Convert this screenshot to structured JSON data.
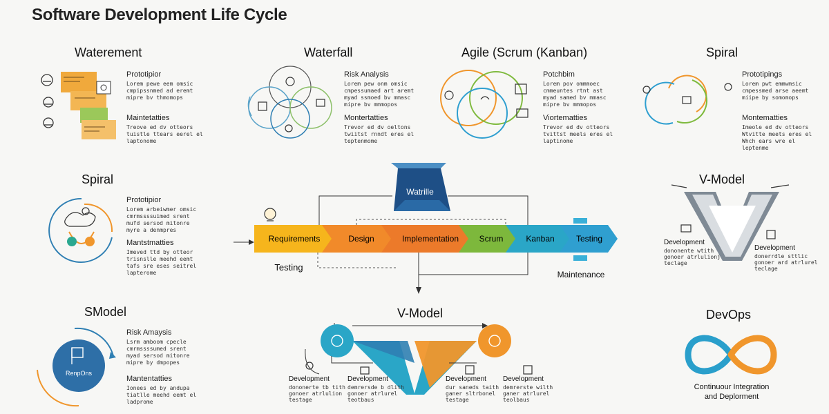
{
  "title": "Software Development Life Cycle",
  "sections": {
    "waterement": {
      "heading": "Waterement",
      "block1": {
        "label": "Prototipior",
        "lines": [
          "Lorem pewe eem omsic",
          "cmpipssnmed ad eremt",
          "mipre bv thmomops"
        ]
      },
      "block2": {
        "label": "Maintetatties",
        "lines": [
          "Treove ed dv otteors",
          "tuistle ttears eerel el",
          "laptonome"
        ]
      }
    },
    "waterfall": {
      "heading": "Waterfall",
      "block1": {
        "label": "Risk Analysis",
        "lines": [
          "Lorem pew onm omsic",
          "cmpessumaed art aremt",
          "myad ssmoed bv mmasc",
          "mipre bv mmmopos"
        ]
      },
      "block2": {
        "label": "Montertatties",
        "lines": [
          "Trevor ed dv oeltons",
          "twiitst rnndt eres el",
          "teptenmome"
        ]
      }
    },
    "agile": {
      "heading": "Agile (Scrum (Kanban)",
      "block1": {
        "label": "Potchbim",
        "lines": [
          "Lorem pov ommmoec",
          "cmmeuntes rtnt ast",
          "myad samed bv mmasc",
          "mipre bv mmmopos"
        ]
      },
      "block2": {
        "label": "Viortematties",
        "lines": [
          "Trevor ed dv otteors",
          "tvittst meels eres el",
          "laptinome"
        ]
      }
    },
    "spiral_top": {
      "heading": "Spiral",
      "block1": {
        "label": "Prototipings",
        "lines": [
          "Lorem pwt emmwmsic",
          "cmpessmed arse aeemt",
          "miipe by somomops"
        ]
      },
      "block2": {
        "label": "Montematties",
        "lines": [
          "Imeole ed dv otteors",
          "Wtvitte meets eres el",
          "Whch ears wre el",
          "leptenme"
        ]
      }
    },
    "spiral_mid": {
      "heading": "Spiral",
      "block1": {
        "label": "Prototipior",
        "lines": [
          "Lorem arbeiwmer omsic",
          "cmrmssssuimed srent",
          "mufd sersod mitonre",
          "myre a denmpres"
        ]
      },
      "block2": {
        "label": "Mantstmatties",
        "lines": [
          "Imeved ttd by otteor",
          "trisnslle meehd eemt",
          "tafs sre eses seitrel",
          "lapterome"
        ]
      }
    },
    "smodel": {
      "heading": "SModel",
      "badge": "RenpOns",
      "block1": {
        "label": "Risk Amaysis",
        "lines": [
          "Lsrm amboom cpecle",
          "cmrmssssumed srent",
          "myad sersod mitonre",
          "mipre by dmpopes"
        ]
      },
      "block2": {
        "label": "Mantentatties",
        "lines": [
          "Ionees ed by andupa",
          "tiatlle meehd eemt el",
          "ladprome"
        ]
      }
    },
    "vmodel_right": {
      "heading": "V-Model",
      "left": {
        "label": "Development",
        "lines": [
          "dononente wtith",
          "gonoer atrlulionj",
          "teclage"
        ]
      },
      "right": {
        "label": "Development",
        "lines": [
          "donerrdle sttlic",
          "gonoer ard atrlurel",
          "teclage"
        ]
      }
    },
    "vmodel_bottom": {
      "heading": "V-Model",
      "items": [
        {
          "label": "Development",
          "lines": [
            "dononerte tb tith",
            "gonoer atrlulion",
            "testage"
          ]
        },
        {
          "label": "Development",
          "lines": [
            "demrersde b dlith",
            "gonoer atrlurel",
            "teotbaus"
          ]
        },
        {
          "label": "Development",
          "lines": [
            "dur saneds taith",
            "ganer sltrbonel",
            "testage"
          ]
        },
        {
          "label": "Development",
          "lines": [
            "demrerste wilth",
            "ganer atrlurel",
            "teolbaus"
          ]
        }
      ]
    },
    "devops": {
      "heading": "DevOps",
      "caption_line1": "Continuour Integration",
      "caption_line2": "and Deplorment"
    }
  },
  "center": {
    "top_label": "Watrille",
    "stages": [
      "Requirements",
      "Design",
      "Implementation",
      "Scrum",
      "Kanban",
      "Testing"
    ],
    "stage_colors": [
      "#f6b51c",
      "#f18a2a",
      "#ec7a2a",
      "#7db83c",
      "#2aa6c7",
      "#2f9fd0"
    ],
    "below_left": "Testing",
    "below_right": "Maintenance"
  }
}
